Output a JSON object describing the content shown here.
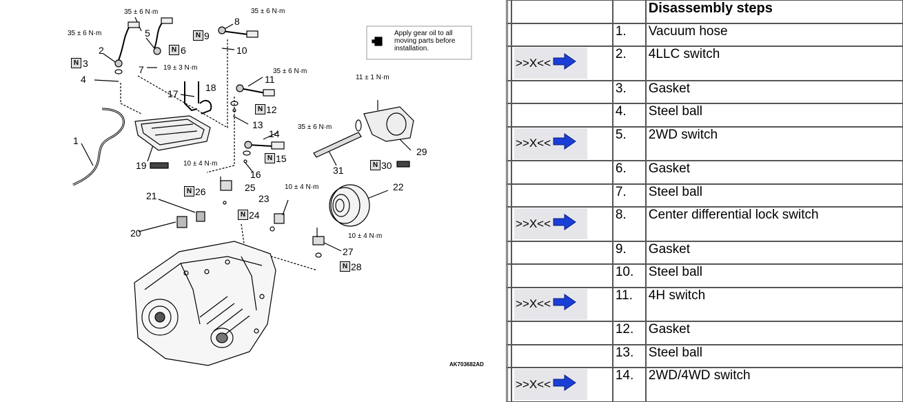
{
  "diagram": {
    "callouts": [
      "1",
      "2",
      "3",
      "4",
      "5",
      "6",
      "7",
      "8",
      "9",
      "10",
      "11",
      "12",
      "13",
      "14",
      "15",
      "16",
      "17",
      "18",
      "19",
      "20",
      "21",
      "22",
      "23",
      "24",
      "25",
      "26",
      "27",
      "28",
      "29",
      "30",
      "31"
    ],
    "torques": {
      "t2": "35 ± 6 N·m",
      "t5": "35 ± 6 N·m",
      "t8": "35 ± 6 N·m",
      "t11": "35 ± 6 N·m",
      "t14": "35 ± 6 N·m",
      "t17": "19 ± 3 N·m",
      "t29": "11 ± 1 N·m",
      "t25": "10 ± 4 N·m",
      "t23": "10 ± 4 N·m",
      "t27": "10 ± 4 N·m"
    },
    "n_marker": "N",
    "note": "Apply gear oil to all moving parts before installation.",
    "figure_id": "AK703682AD"
  },
  "table": {
    "header": "Disassembly steps",
    "xref_label": ">>X<<",
    "rows": [
      {
        "num": "1.",
        "name": "Vacuum hose",
        "xref": false
      },
      {
        "num": "2.",
        "name": "4LLC switch",
        "xref": true
      },
      {
        "num": "3.",
        "name": "Gasket",
        "xref": false
      },
      {
        "num": "4.",
        "name": "Steel ball",
        "xref": false
      },
      {
        "num": "5.",
        "name": "2WD switch",
        "xref": true
      },
      {
        "num": "6.",
        "name": "Gasket",
        "xref": false
      },
      {
        "num": "7.",
        "name": "Steel ball",
        "xref": false
      },
      {
        "num": "8.",
        "name": "Center differential lock switch",
        "xref": true
      },
      {
        "num": "9.",
        "name": "Gasket",
        "xref": false
      },
      {
        "num": "10.",
        "name": "Steel ball",
        "xref": false
      },
      {
        "num": "11.",
        "name": "4H switch",
        "xref": true
      },
      {
        "num": "12.",
        "name": "Gasket",
        "xref": false
      },
      {
        "num": "13.",
        "name": "Steel ball",
        "xref": false
      },
      {
        "num": "14.",
        "name": "2WD/4WD switch",
        "xref": true
      }
    ]
  },
  "colors": {
    "arrow": "#1a3fd6",
    "xref_bg": "#e6e6ea"
  }
}
